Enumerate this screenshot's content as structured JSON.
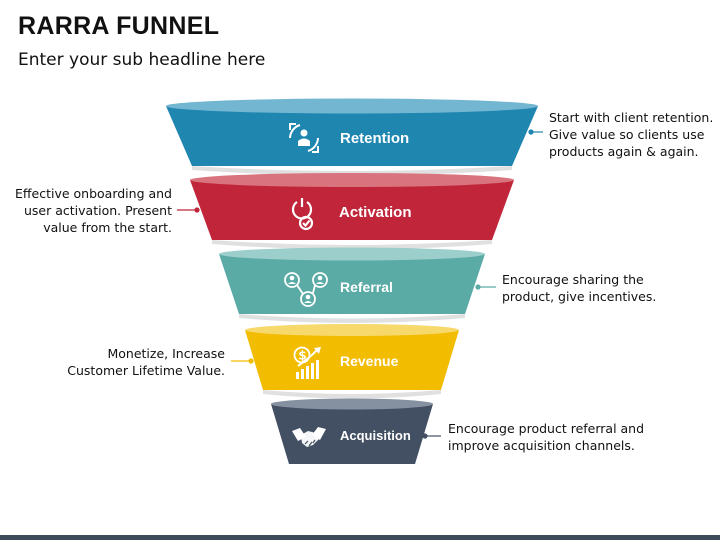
{
  "title": "RARRA FUNNEL",
  "subtitle": "Enter your sub headline here",
  "stages": [
    {
      "label": "Retention",
      "color": "#1f86b0",
      "icon": "client-retention-cycle-icon"
    },
    {
      "label": "Activation",
      "color": "#c0253a",
      "icon": "power-check-icon"
    },
    {
      "label": "Referral",
      "color": "#5aaaa6",
      "icon": "referral-people-network-icon"
    },
    {
      "label": "Revenue",
      "color": "#f2bc00",
      "icon": "dollar-growth-chart-icon"
    },
    {
      "label": "Acquisition",
      "color": "#435063",
      "icon": "handshake-icon"
    }
  ],
  "notes": {
    "retention": "Start with client retention.\nGive value so clients use\nproducts again & again.",
    "activation": "Effective onboarding and\nuser activation. Present\nvalue from the start.",
    "referral": "Encourage sharing the\nproduct, give incentives.",
    "revenue": "Monetize, Increase\nCustomer Lifetime Value.",
    "acquisition": "Encourage product referral and\nimprove acquisition channels."
  }
}
